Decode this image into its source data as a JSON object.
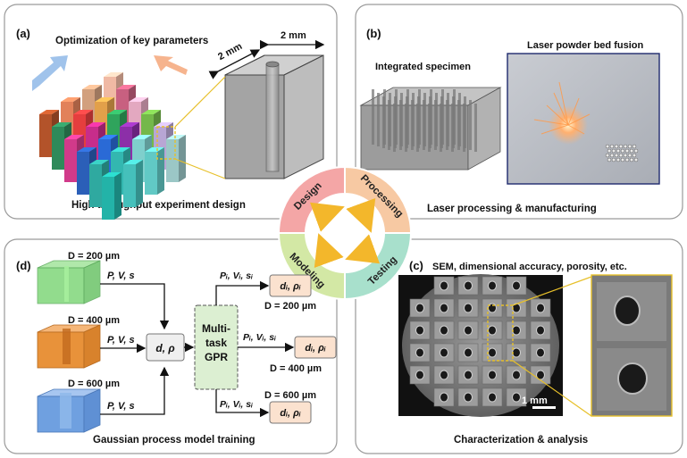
{
  "panels": {
    "a": {
      "letter": "(a)",
      "heading": "Optimization of key parameters",
      "caption": "High throughput experiment design",
      "dim_depth": "2 mm",
      "dim_width": "2 mm"
    },
    "b": {
      "letter": "(b)",
      "specimen_label": "Integrated specimen",
      "lpbf_label": "Laser powder bed fusion",
      "caption": "Laser processing & manufacturing"
    },
    "c": {
      "letter": "(c)",
      "heading": "SEM, dimensional accuracy, porosity, etc.",
      "scale_bar": "1 mm",
      "caption": "Characterization & analysis"
    },
    "d": {
      "letter": "(d)",
      "caption": "Gaussian process model training",
      "inputs": [
        {
          "diameter": "D = 200 µm",
          "params": "P, V, s",
          "color": "#7fd67a"
        },
        {
          "diameter": "D = 400 µm",
          "params": "P, V, s",
          "color": "#e8923a"
        },
        {
          "diameter": "D = 600 µm",
          "params": "P, V, s",
          "color": "#6fa0e0"
        }
      ],
      "combined_box": "d, ρ",
      "gpr_box": [
        "Multi-",
        "task",
        "GPR"
      ],
      "outputs": [
        {
          "params": "Pᵢ, Vᵢ, sᵢ",
          "result": "dᵢ, ρᵢ",
          "diameter": "D = 200 µm"
        },
        {
          "params": "Pᵢ, Vᵢ, sᵢ",
          "result": "dᵢ, ρᵢ",
          "diameter": "D = 400 µm"
        },
        {
          "params": "Pᵢ, Vᵢ, sᵢ",
          "result": "dᵢ, ρᵢ",
          "diameter": "D = 600 µm"
        }
      ]
    }
  },
  "cycle": {
    "quadrants": [
      {
        "label": "Design",
        "color": "#f4a6a6"
      },
      {
        "label": "Processing",
        "color": "#f7c9a3"
      },
      {
        "label": "Testing",
        "color": "#a8e0cc"
      },
      {
        "label": "Modeling",
        "color": "#d3e8a5"
      }
    ],
    "arrow_color": "#f3b72b"
  }
}
